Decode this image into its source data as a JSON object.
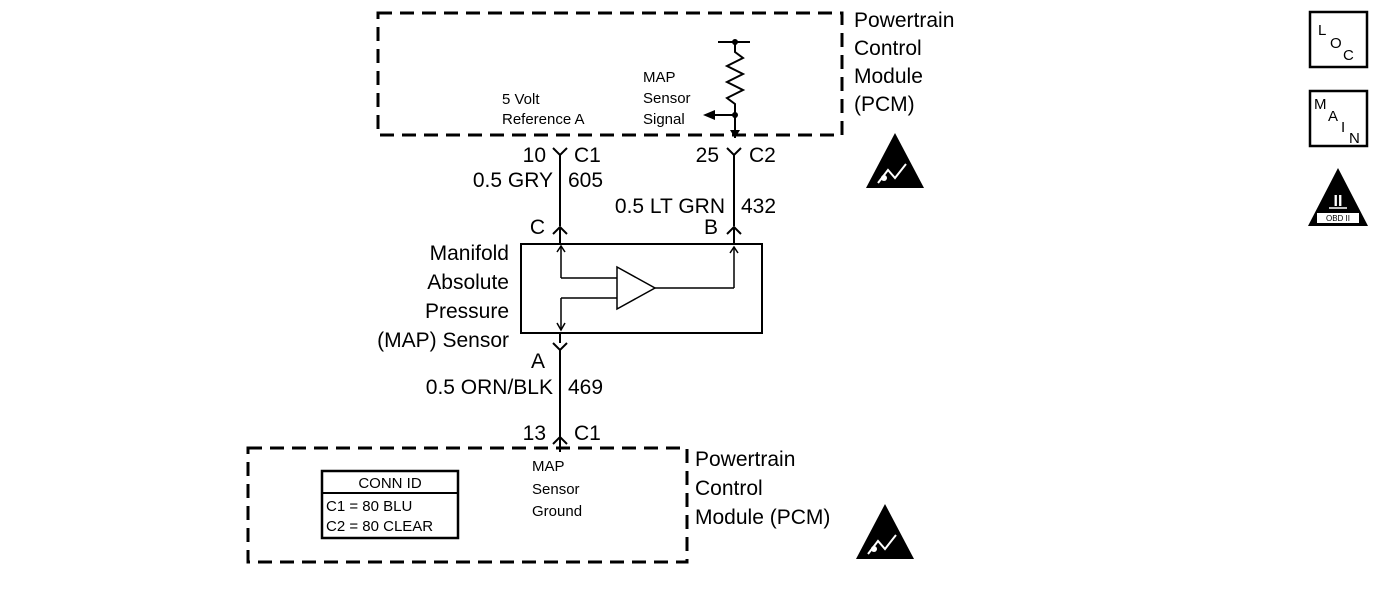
{
  "pcm_top": {
    "title_lines": [
      "Powertrain",
      "Control",
      "Module",
      "(PCM)"
    ],
    "ref_label_lines": [
      "5 Volt",
      "Reference A"
    ],
    "signal_label_lines": [
      "MAP",
      "Sensor",
      "Signal"
    ]
  },
  "wires": {
    "ref": {
      "pin": "10",
      "connector": "C1",
      "gauge_color": "0.5 GRY",
      "circuit": "605",
      "sensor_term": "C"
    },
    "signal": {
      "pin": "25",
      "connector": "C2",
      "gauge_color": "0.5 LT GRN",
      "circuit": "432",
      "sensor_term": "B"
    },
    "ground": {
      "sensor_term": "A",
      "gauge_color": "0.5 ORN/BLK",
      "circuit": "469",
      "pin": "13",
      "connector": "C1"
    }
  },
  "sensor": {
    "label_lines": [
      "Manifold",
      "Absolute",
      "Pressure",
      "(MAP) Sensor"
    ]
  },
  "pcm_bottom": {
    "title_lines": [
      "Powertrain",
      "Control",
      "Module (PCM)"
    ],
    "ground_label_lines": [
      "MAP",
      "Sensor",
      "Ground"
    ],
    "conn_id": {
      "header": "CONN ID",
      "rows": [
        "C1 = 80 BLU",
        "C2 = 80 CLEAR"
      ]
    }
  },
  "side_icons": {
    "loc": [
      "L",
      "O",
      "C"
    ],
    "main": [
      "M",
      "A",
      "I",
      "N"
    ],
    "obd": {
      "numeral": "II",
      "label": "OBD II"
    }
  },
  "colors": {
    "ink": "#000000",
    "paper": "#ffffff"
  },
  "icons": [
    "esd-warning-icon",
    "loc-icon",
    "main-icon",
    "obd-ii-icon"
  ]
}
